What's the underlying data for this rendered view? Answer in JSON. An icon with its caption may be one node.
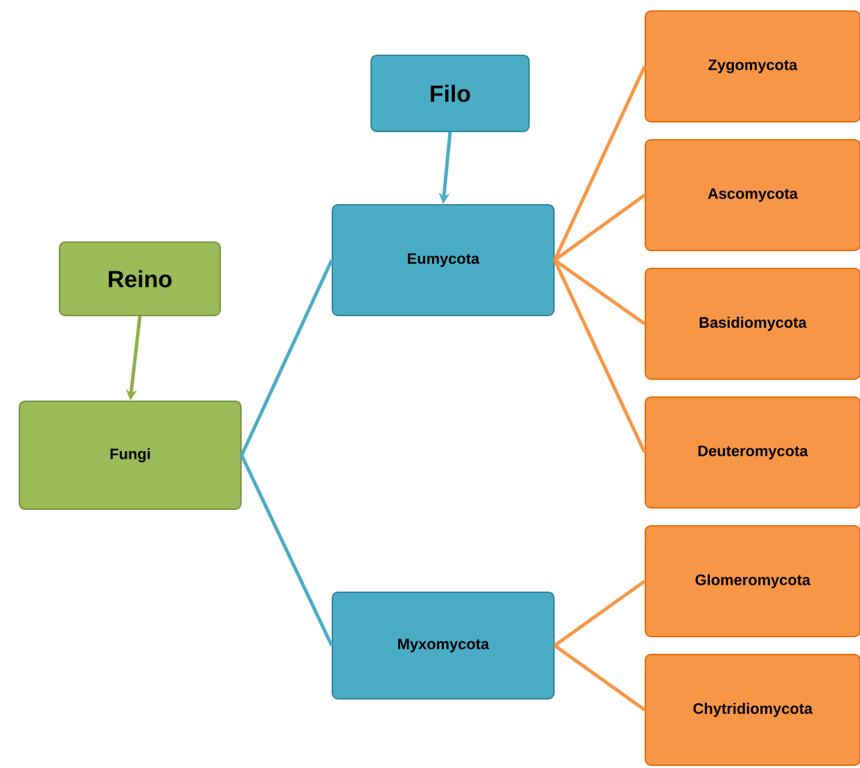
{
  "diagram": {
    "nodes": [
      {
        "text": [
          "Reino"
        ]
      },
      {
        "text": [
          "Fungi"
        ]
      },
      {
        "text": [
          "Filo"
        ]
      },
      {
        "text": [
          "Eumycota"
        ]
      },
      {
        "text": [
          "Myxomycota"
        ]
      },
      {
        "text": [
          "Zygomycota"
        ]
      },
      {
        "text": [
          "Ascomycota"
        ]
      },
      {
        "text": [
          "Basidiomycota"
        ]
      },
      {
        "text": [
          "Deuteromycota"
        ]
      },
      {
        "text": [
          "Glomeromycota"
        ]
      },
      {
        "text": [
          "Chytridiomycota"
        ]
      }
    ],
    "edges": [
      {
        "from": 0,
        "to": 1,
        "arrow": "to",
        "color": "#8db04a"
      },
      {
        "from": 2,
        "to": 3,
        "arrow": "to",
        "color": "#4bacc6"
      },
      {
        "from": 1,
        "to": 3,
        "arrow": "none",
        "color": "#4bacc6"
      },
      {
        "from": 1,
        "to": 4,
        "arrow": "none",
        "color": "#4bacc6"
      },
      {
        "from": 3,
        "to": 5,
        "arrow": "none"
      },
      {
        "from": 3,
        "to": 6,
        "arrow": "none"
      },
      {
        "from": 3,
        "to": 7,
        "arrow": "none"
      },
      {
        "from": 3,
        "to": 8,
        "arrow": "none"
      },
      {
        "from": 4,
        "to": 9,
        "arrow": "none"
      },
      {
        "from": 4,
        "to": 10,
        "arrow": "none"
      }
    ]
  }
}
